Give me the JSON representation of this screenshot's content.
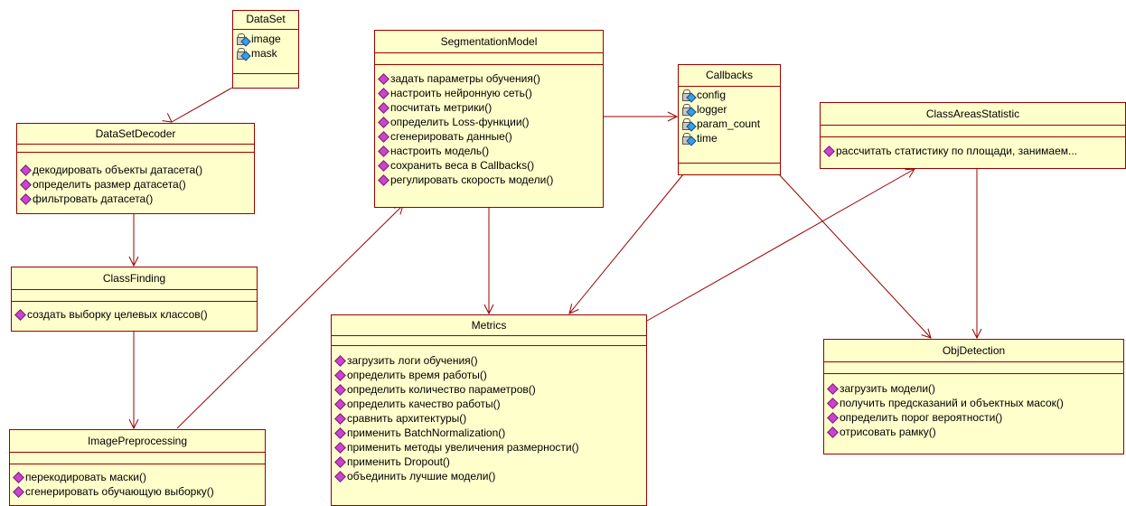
{
  "classes": {
    "dataset": {
      "name": "DataSet",
      "attributes": [
        "image",
        "mask"
      ],
      "operations": []
    },
    "datasetdecoder": {
      "name": "DataSetDecoder",
      "attributes": [],
      "operations": [
        "декодировать объекты датасета()",
        "определить размер датасета()",
        "фильтровать датасета()"
      ]
    },
    "classfinding": {
      "name": "ClassFinding",
      "attributes": [],
      "operations": [
        "создать выборку целевых классов()"
      ]
    },
    "imagepreprocessing": {
      "name": "ImagePreprocessing",
      "attributes": [],
      "operations": [
        "перекодировать маски()",
        "сгенерировать обучающую выборку()"
      ]
    },
    "segmentationmodel": {
      "name": "SegmentationModel",
      "attributes": [],
      "operations": [
        "задать параметры обучения()",
        "настроить нейронную сеть()",
        "посчитать метрики()",
        "определить Loss-функции()",
        "сгенерировать данные()",
        "настроить модель()",
        "сохранить веса в Callbacks()",
        "регулировать скорость модели()"
      ]
    },
    "callbacks": {
      "name": "Callbacks",
      "attributes": [
        "config",
        "logger",
        "param_count",
        "time"
      ],
      "operations": []
    },
    "classareasstatistic": {
      "name": "ClassAreasStatistic",
      "attributes": [],
      "operations": [
        "рассчитать статистику по площади, занимаем..."
      ]
    },
    "metrics": {
      "name": "Metrics",
      "attributes": [],
      "operations": [
        "загрузить логи обучения()",
        "определить время работы()",
        "определить количество параметров()",
        "определить качество работы()",
        "сравнить архитектуры()",
        "применить BatchNormalization()",
        "применить методы увеличения размерности()",
        "применить Dropout()",
        "объединить лучшие модели()"
      ]
    },
    "objdetection": {
      "name": "ObjDetection",
      "attributes": [],
      "operations": [
        "загрузить модели()",
        "получить предсказаний и объектных масок()",
        "определить порог вероятности()",
        "отрисовать рамку()"
      ]
    }
  },
  "colors": {
    "fill": "#ffffcc",
    "border": "#990000",
    "line": "#990000",
    "operation_icon": "#cc44cc",
    "attribute_icon": "#3aa0e0"
  },
  "icons": {
    "operation": "operation-diamond-icon",
    "attribute": "private-attribute-lock-icon"
  }
}
